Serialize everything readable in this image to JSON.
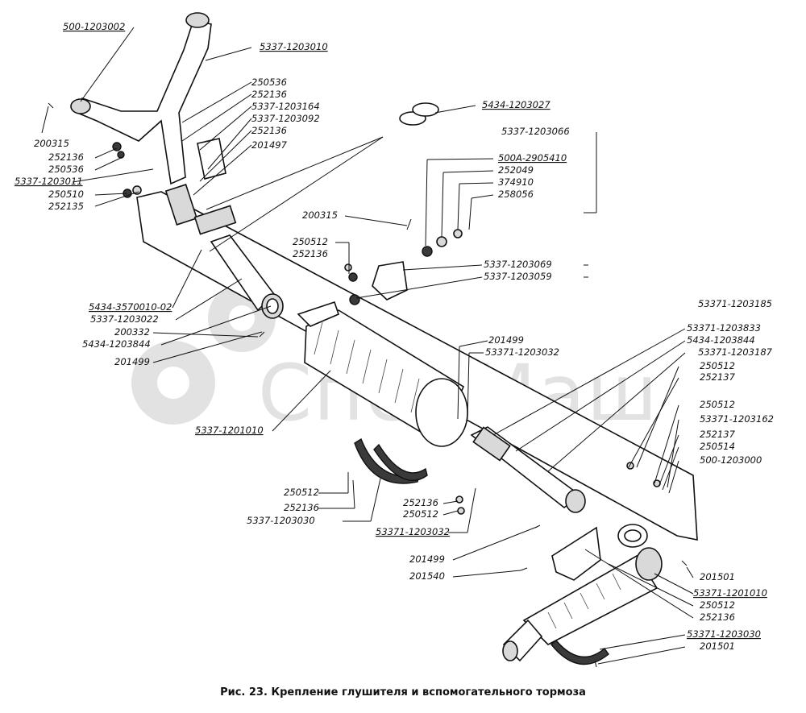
{
  "caption": "Рис. 23. Крепление глушителя и вспомогательного тормоза",
  "watermark": "СпецМаш",
  "colors": {
    "ink": "#111111",
    "watermark": "#969696"
  },
  "labels": {
    "l01": "500-1203002",
    "l02": "5337-1203010",
    "l03": "250536",
    "l04": "252136",
    "l05": "5337-1203164",
    "l06": "5337-1203092",
    "l07": "252136",
    "l08": "201497",
    "l09": "200315",
    "l10": "252136",
    "l11": "250536",
    "l12": "5337-1203011",
    "l13": "250510",
    "l14": "252135",
    "l15": "5434-1203027",
    "l16": "5337-1203066",
    "l17": "500A-2905410",
    "l18": "252049",
    "l19": "374910",
    "l20": "258056",
    "l21": "200315",
    "l22": "250512",
    "l23": "252136",
    "l24": "5337-1203069",
    "l25": "5337-1203059",
    "l26": "5434-3570010-02",
    "l27": "5337-1203022",
    "l28": "200332",
    "l29": "5434-1203844",
    "l30": "201499",
    "l31": "53371-1203185",
    "l32": "53371-1203833",
    "l33": "5434-1203844",
    "l34": "53371-1203187",
    "l35": "201499",
    "l36": "53371-1203032",
    "l37": "250512",
    "l38": "252137",
    "l39": "250512",
    "l40": "53371-1203162",
    "l41": "252137",
    "l42": "250514",
    "l43": "500-1203000",
    "l44": "5337-1201010",
    "l45": "250512",
    "l46": "252136",
    "l47": "5337-1203030",
    "l48": "252136",
    "l49": "250512",
    "l50": "53371-1203032",
    "l51": "201499",
    "l52": "201540",
    "l53": "201501",
    "l54": "53371-1201010",
    "l55": "250512",
    "l56": "252136",
    "l57": "53371-1203030",
    "l58": "201501"
  }
}
